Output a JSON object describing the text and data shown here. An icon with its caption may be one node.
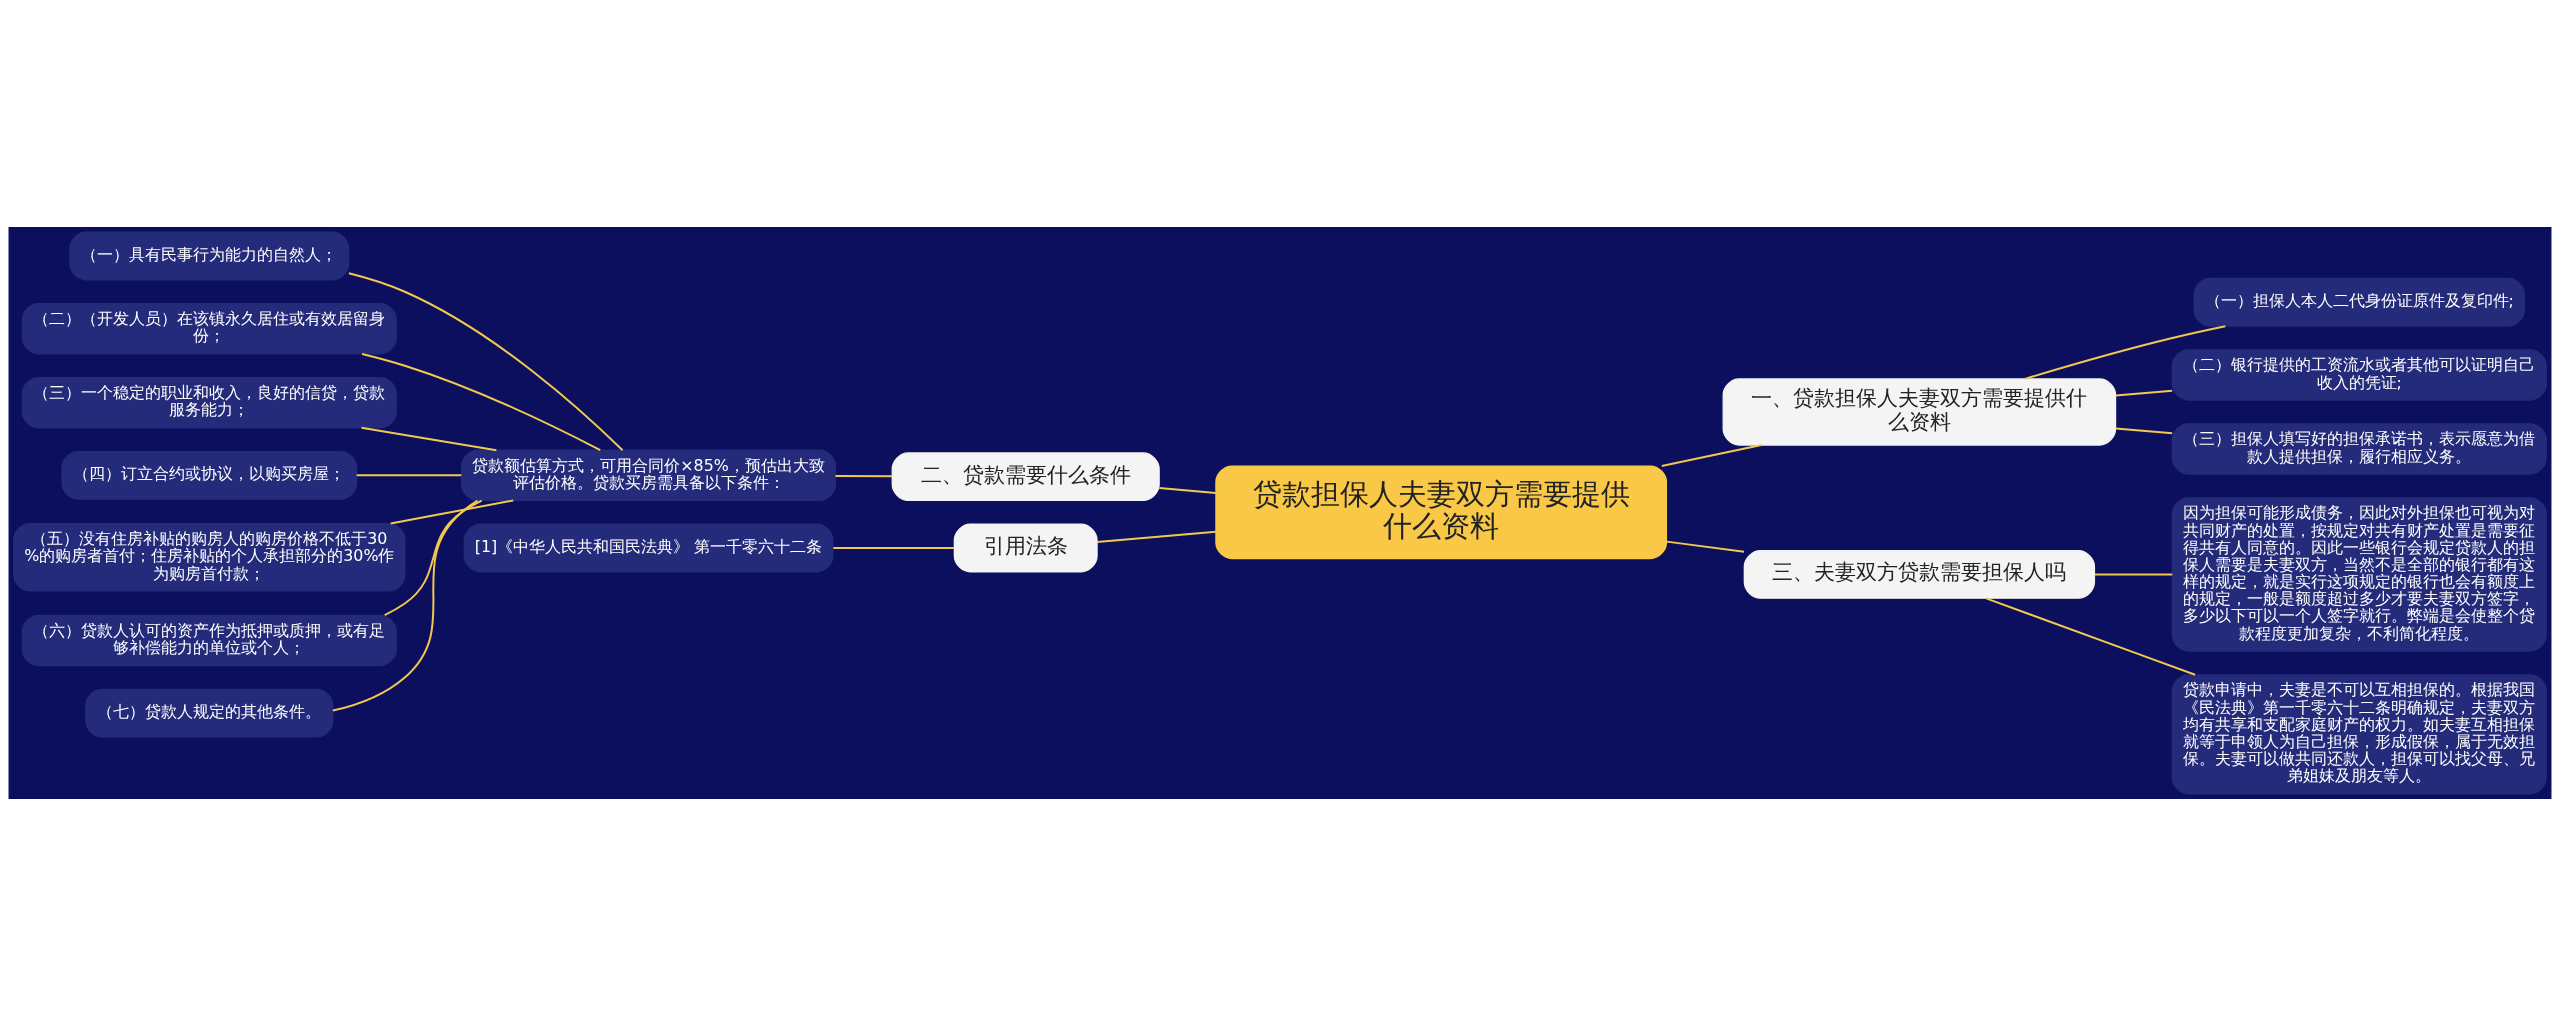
{
  "diagram": {
    "nodes": [
      {
        "text": [
          "贷款担保人夫妻双方需要提供什么资料"
        ]
      },
      {
        "text": [
          "一、贷款担保人夫妻双方需要提供什么资料"
        ]
      },
      {
        "text": [
          "（一）担保人本人二代身份证原件及复印件;"
        ]
      },
      {
        "text": [
          "（二）银行提供的工资流水或者其他可以证明自己收入的凭证;"
        ]
      },
      {
        "text": [
          "（三）担保人填写好的担保承诺书，表示愿意为借款人提供担保，履行相应义务。"
        ]
      },
      {
        "text": [
          "二、贷款需要什么条件"
        ]
      },
      {
        "text": [
          "贷款额估算方式，可用合同价×85%，预估出大致评估价格。贷款买房需具备以下条件："
        ]
      },
      {
        "text": [
          "（一）具有民事行为能力的自然人；"
        ]
      },
      {
        "text": [
          "（二）（开发人员）在该镇永久居住或有效居留身份；"
        ]
      },
      {
        "text": [
          "（三）一个稳定的职业和收入，良好的信贷，贷款服务能力；"
        ]
      },
      {
        "text": [
          "（四）订立合约或协议，以购买房屋；"
        ]
      },
      {
        "text": [
          "（五）没有住房补贴的购房人的购房价格不低于30%的购房者首付；住房补贴的个人承担部分的30%作为购房首付款；"
        ]
      },
      {
        "text": [
          "（六）贷款人认可的资产作为抵押或质押，或有足够补偿能力的单位或个人；"
        ]
      },
      {
        "text": [
          "（七）贷款人规定的其他条件。"
        ]
      },
      {
        "text": [
          "三、夫妻双方贷款需要担保人吗"
        ]
      },
      {
        "text": [
          "因为担保可能形成债务，因此对外担保也可视为对共同财产的处置，按规定对共有财产处置是需要征得共有人同意的。因此一些银行会规定贷款人的担保人需要是夫妻双方，当然不是全部的银行都有这样的规定，就是实行这项规定的银行也会有额度上的规定，一般是额度超过多少才要夫妻双方签字，多少以下可以一个人签字就行。弊端是会使整个贷款程度更加复杂，不利简化程度。"
        ]
      },
      {
        "text": [
          "贷款申请中，夫妻是不可以互相担保的。根据我国《民法典》第一千零六十二条明确规定，夫妻双方均有共享和支配家庭财产的权力。如夫妻互相担保就等于申领人为自己担保，形成假保，属于无效担保。夫妻可以做共同还款人，担保可以找父母、兄弟姐妹及朋友等人。"
        ]
      },
      {
        "text": [
          "引用法条"
        ]
      },
      {
        "text": [
          "[1]《中华人民共和国民法典》 第一千零六十二条"
        ]
      }
    ],
    "edges": [
      {
        "from": 0,
        "to": 1,
        "arrow": "none"
      },
      {
        "from": 1,
        "to": 2,
        "arrow": "none"
      },
      {
        "from": 1,
        "to": 3,
        "arrow": "none"
      },
      {
        "from": 1,
        "to": 4,
        "arrow": "none"
      },
      {
        "from": 0,
        "to": 5,
        "arrow": "none"
      },
      {
        "from": 5,
        "to": 6,
        "arrow": "none"
      },
      {
        "from": 6,
        "to": 7,
        "arrow": "none"
      },
      {
        "from": 6,
        "to": 8,
        "arrow": "none"
      },
      {
        "from": 6,
        "to": 9,
        "arrow": "none"
      },
      {
        "from": 6,
        "to": 10,
        "arrow": "none"
      },
      {
        "from": 6,
        "to": 11,
        "arrow": "none"
      },
      {
        "from": 6,
        "to": 12,
        "arrow": "none"
      },
      {
        "from": 6,
        "to": 13,
        "arrow": "none"
      },
      {
        "from": 0,
        "to": 14,
        "arrow": "none"
      },
      {
        "from": 14,
        "to": 15,
        "arrow": "none"
      },
      {
        "from": 14,
        "to": 16,
        "arrow": "none"
      },
      {
        "from": 0,
        "to": 17,
        "arrow": "none"
      },
      {
        "from": 17,
        "to": 18,
        "arrow": "none"
      }
    ]
  }
}
